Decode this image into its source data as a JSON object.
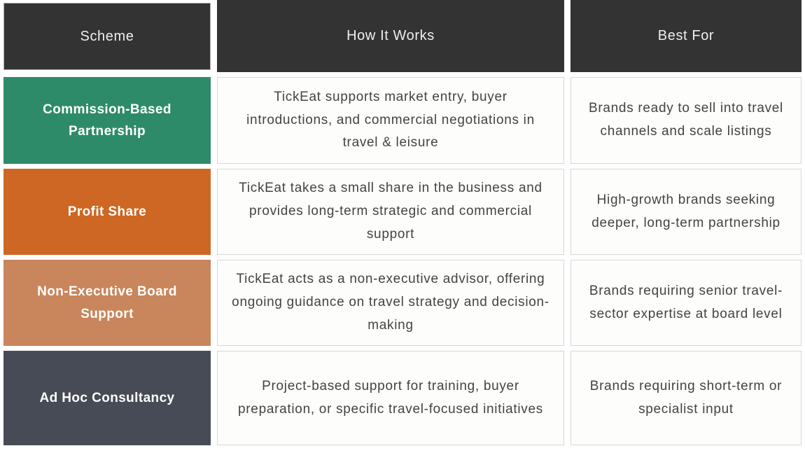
{
  "table": {
    "headers": {
      "scheme": "Scheme",
      "how_it_works": "How It Works",
      "best_for": "Best For"
    },
    "rows": [
      {
        "scheme": "Commission-Based Partnership",
        "scheme_color": "#2e8b69",
        "how_it_works": "TickEat supports market entry, buyer introductions, and commercial negotiations in travel & leisure",
        "best_for": "Brands ready to sell into travel channels and scale listings"
      },
      {
        "scheme": "Profit Share",
        "scheme_color": "#cd6723",
        "how_it_works": "TickEat takes a small share in the business and provides long-term strategic and commercial support",
        "best_for": "High-growth brands seeking deeper, long-term partnership"
      },
      {
        "scheme": "Non-Executive Board Support",
        "scheme_color": "#c9855b",
        "how_it_works": "TickEat acts as a non-executive advisor, offering ongoing guidance on travel strategy and decision-making",
        "best_for": "Brands requiring senior travel-sector expertise at board level"
      },
      {
        "scheme": "Ad Hoc Consultancy",
        "scheme_color": "#474b56",
        "how_it_works": "Project-based support for training, buyer preparation, or specific travel-focused initiatives",
        "best_for": "Brands requiring short-term or specialist input"
      }
    ]
  },
  "colors": {
    "header_background": "#333333",
    "header_text": "#efefef",
    "body_cell_background": "#fdfdfb",
    "body_cell_border": "#d7d7d5",
    "body_text": "#434343",
    "scheme_text": "#ffffff",
    "page_background": "#ffffff"
  }
}
